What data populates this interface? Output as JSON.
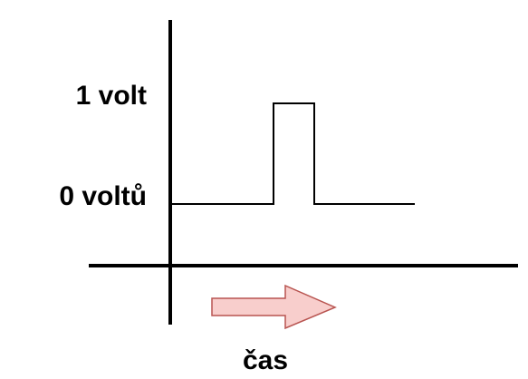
{
  "labels": {
    "high_level": "1 volt",
    "low_level": "0 voltů",
    "time_axis": "čas"
  },
  "signal": {
    "levels_volts": [
      0,
      1
    ],
    "shape": "single rectangular pulse"
  },
  "colors": {
    "axis": "#000000",
    "signal": "#000000",
    "arrow_fill": "#f8cecc",
    "arrow_stroke": "#b85450"
  },
  "icons": {
    "time_direction": "right-arrow-icon"
  }
}
